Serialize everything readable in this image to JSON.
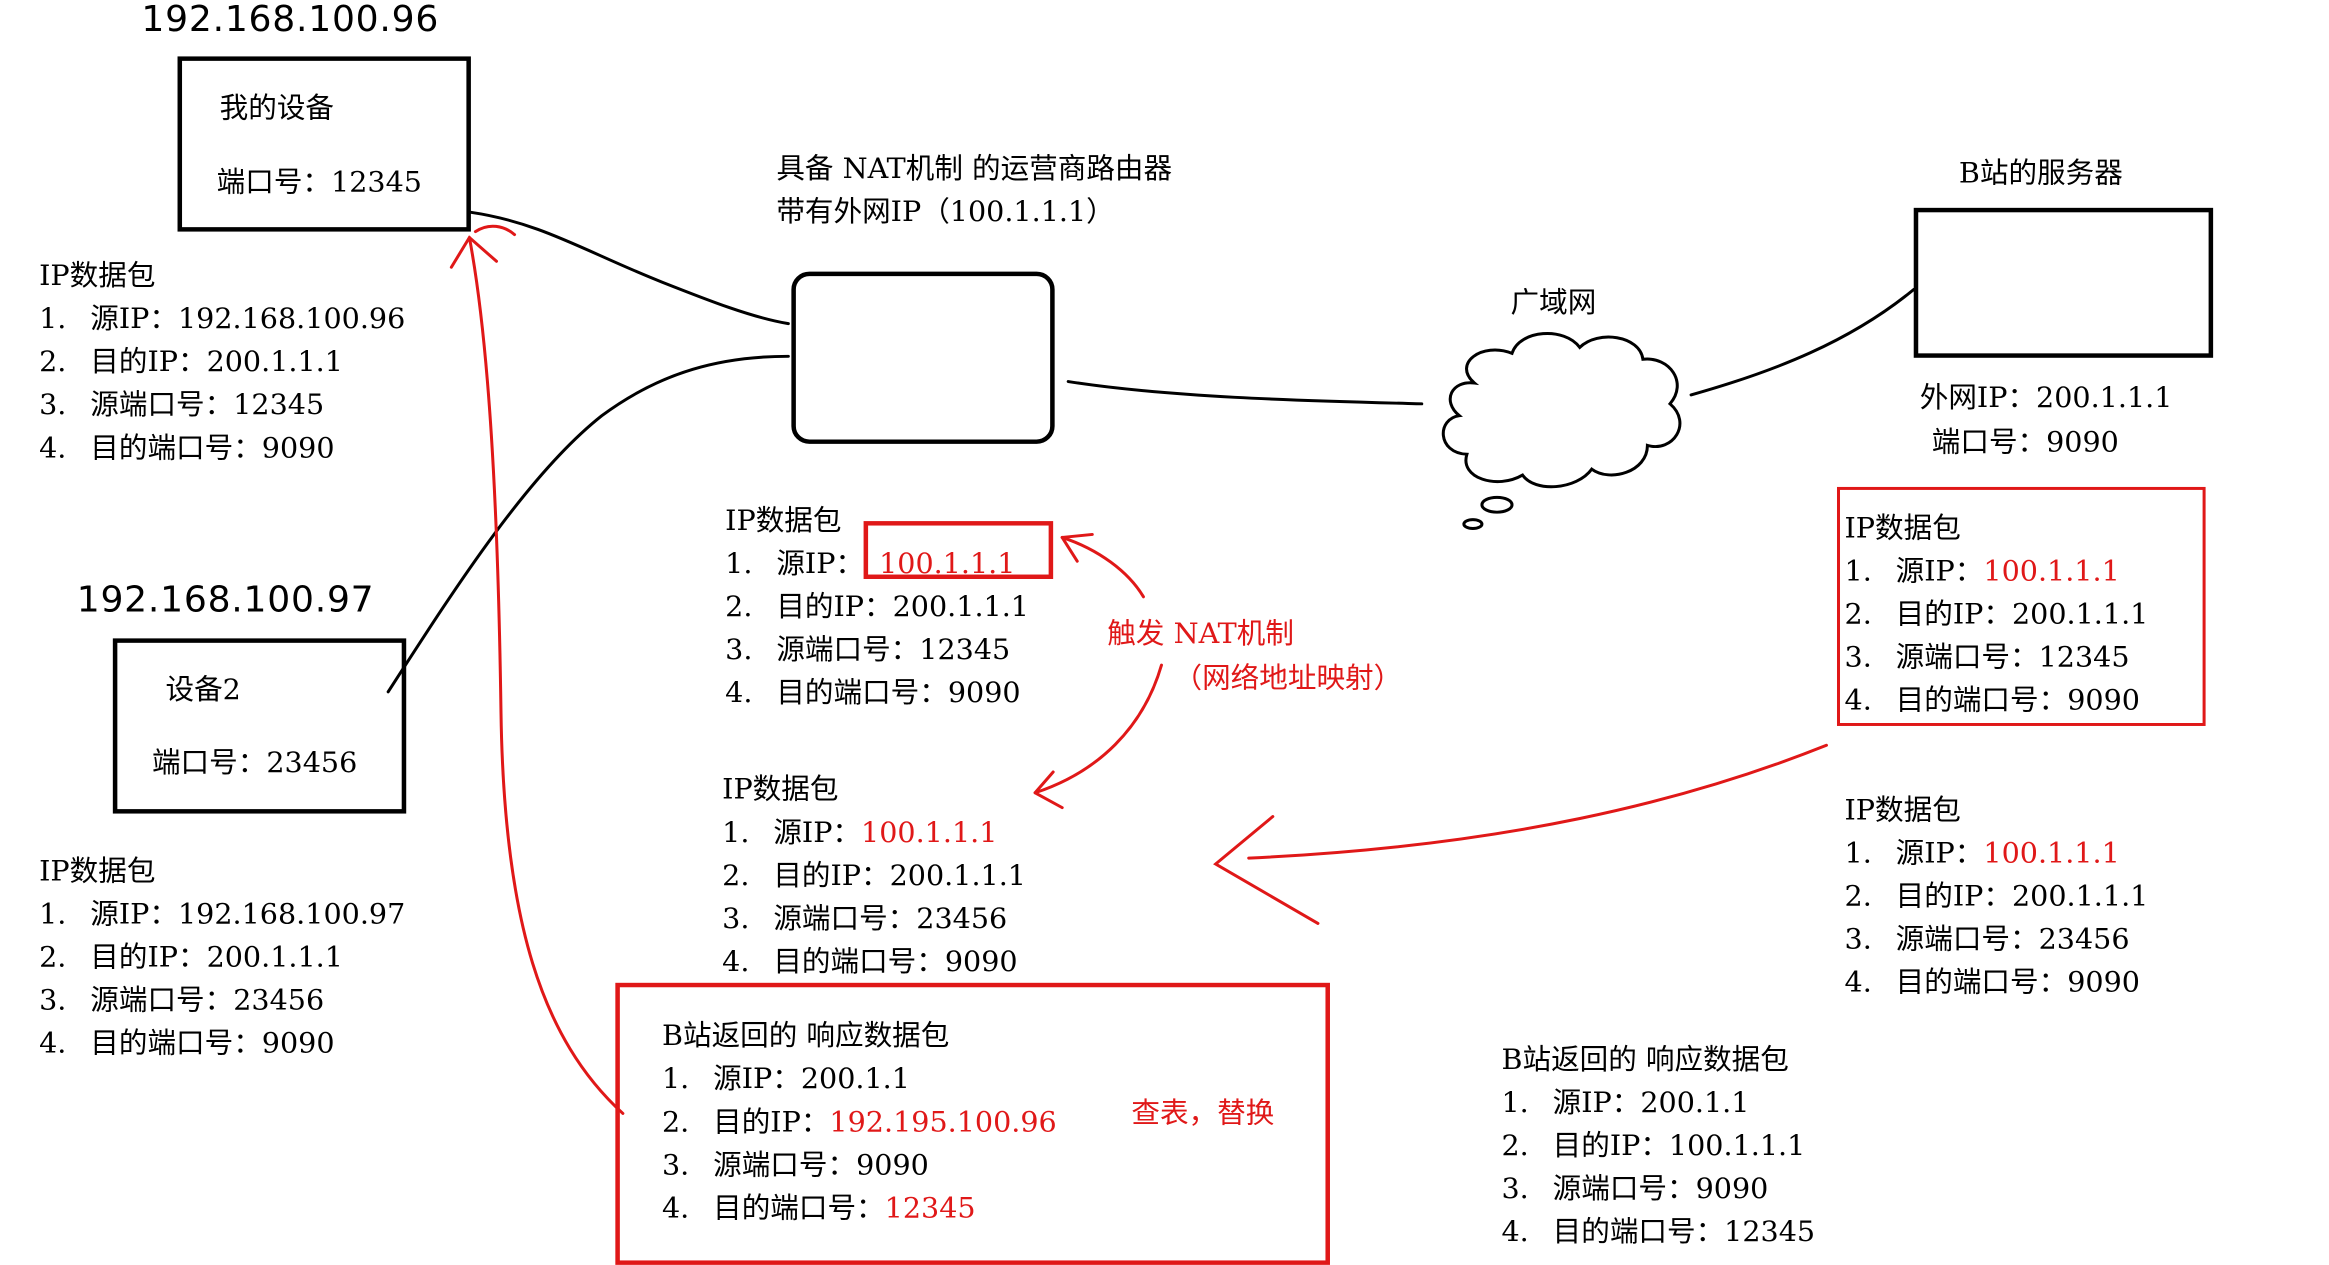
{
  "device1": {
    "ip": "192.168.100.96",
    "name": "我的设备",
    "port_label": "端口号：",
    "port": "12345"
  },
  "device2": {
    "ip": "192.168.100.97",
    "name": "设备2",
    "port_label": "端口号：",
    "port": "23456"
  },
  "router": {
    "title": "具备 NAT机制 的运营商路由器",
    "subtitle": "带有外网IP（100.1.1.1）"
  },
  "wan": {
    "label": "广域网"
  },
  "server": {
    "title": "B站的服务器",
    "ip_line": "外网IP：200.1.1.1",
    "port_line": "端口号：9090"
  },
  "nat_note": {
    "line1": "触发 NAT机制",
    "line2": "（网络地址映射）"
  },
  "lookup_note": "查表，替换",
  "packets": {
    "dev1_out": {
      "title": "IP数据包",
      "items": [
        {
          "n": "1.",
          "label": "源IP：",
          "value": "192.168.100.96"
        },
        {
          "n": "2.",
          "label": "目的IP：",
          "value": "200.1.1.1"
        },
        {
          "n": "3.",
          "label": "源端口号：",
          "value": "12345"
        },
        {
          "n": "4.",
          "label": "目的端口号：",
          "value": "9090"
        }
      ]
    },
    "dev2_out": {
      "title": "IP数据包",
      "items": [
        {
          "n": "1.",
          "label": "源IP：",
          "value": "192.168.100.97"
        },
        {
          "n": "2.",
          "label": "目的IP：",
          "value": "200.1.1.1"
        },
        {
          "n": "3.",
          "label": "源端口号：",
          "value": "23456"
        },
        {
          "n": "4.",
          "label": "目的端口号：",
          "value": "9090"
        }
      ]
    },
    "nat1": {
      "title": "IP数据包",
      "items": [
        {
          "n": "1.",
          "label": "源IP：",
          "value": "100.1.1.1"
        },
        {
          "n": "2.",
          "label": "目的IP：",
          "value": "200.1.1.1"
        },
        {
          "n": "3.",
          "label": "源端口号：",
          "value": "12345"
        },
        {
          "n": "4.",
          "label": "目的端口号：",
          "value": "9090"
        }
      ]
    },
    "nat2": {
      "title": "IP数据包",
      "items": [
        {
          "n": "1.",
          "label": "源IP：",
          "value": "100.1.1.1"
        },
        {
          "n": "2.",
          "label": "目的IP：",
          "value": "200.1.1.1"
        },
        {
          "n": "3.",
          "label": "源端口号：",
          "value": "23456"
        },
        {
          "n": "4.",
          "label": "目的端口号：",
          "value": "9090"
        }
      ]
    },
    "srv_in1": {
      "title": "IP数据包",
      "items": [
        {
          "n": "1.",
          "label": "源IP：",
          "value": "100.1.1.1"
        },
        {
          "n": "2.",
          "label": "目的IP：",
          "value": "200.1.1.1"
        },
        {
          "n": "3.",
          "label": "源端口号：",
          "value": "12345"
        },
        {
          "n": "4.",
          "label": "目的端口号：",
          "value": "9090"
        }
      ]
    },
    "srv_in2": {
      "title": "IP数据包",
      "items": [
        {
          "n": "1.",
          "label": "源IP：",
          "value": "100.1.1.1"
        },
        {
          "n": "2.",
          "label": "目的IP：",
          "value": "200.1.1.1"
        },
        {
          "n": "3.",
          "label": "源端口号：",
          "value": "23456"
        },
        {
          "n": "4.",
          "label": "目的端口号：",
          "value": "9090"
        }
      ]
    },
    "resp_wan": {
      "title": "B站返回的 响应数据包",
      "items": [
        {
          "n": "1.",
          "label": "源IP：",
          "value": "200.1.1"
        },
        {
          "n": "2.",
          "label": "目的IP：",
          "value": "100.1.1.1"
        },
        {
          "n": "3.",
          "label": "源端口号：",
          "value": "9090"
        },
        {
          "n": "4.",
          "label": "目的端口号：",
          "value": "12345"
        }
      ]
    },
    "resp_lan": {
      "title": "B站返回的 响应数据包",
      "items": [
        {
          "n": "1.",
          "label": "源IP：",
          "value": "200.1.1"
        },
        {
          "n": "2.",
          "label": "目的IP：",
          "value": "192.195.100.96"
        },
        {
          "n": "3.",
          "label": "源端口号：",
          "value": "9090"
        },
        {
          "n": "4.",
          "label": "目的端口号：",
          "value": "12345"
        }
      ]
    }
  },
  "colors": {
    "highlight": "#e01818",
    "line": "#000000"
  }
}
